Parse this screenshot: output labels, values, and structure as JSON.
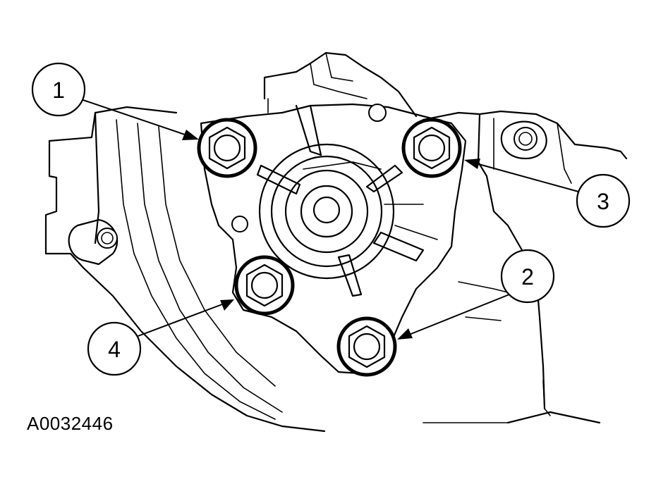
{
  "figure_id": "A0032446",
  "callouts": [
    {
      "label": "1"
    },
    {
      "label": "2"
    },
    {
      "label": "3"
    },
    {
      "label": "4"
    }
  ],
  "colors": {
    "ink": "#000000",
    "paper": "#ffffff"
  }
}
